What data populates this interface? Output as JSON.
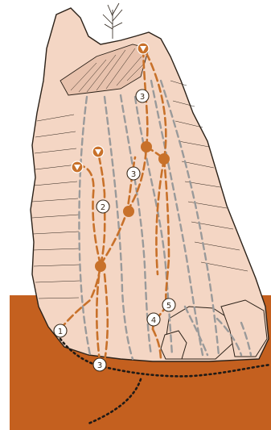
{
  "colors": {
    "background": "#ffffff",
    "ground": "#c4601f",
    "rock": "#f4d6c4",
    "rock_outline": "#2b2118",
    "route_primary": "#c8712a",
    "route_secondary": "#9a9a9a",
    "approach_path": "#1f1a16",
    "marker_fill": "#ffffff"
  },
  "markers": [
    {
      "id": "m1",
      "label": "1",
      "icon": "numbered-route-marker"
    },
    {
      "id": "m2",
      "label": "2",
      "icon": "numbered-route-marker"
    },
    {
      "id": "m3a",
      "label": "3",
      "icon": "numbered-route-marker"
    },
    {
      "id": "m3b",
      "label": "3",
      "icon": "numbered-route-marker"
    },
    {
      "id": "m3c",
      "label": "3",
      "icon": "numbered-route-marker"
    },
    {
      "id": "m4",
      "label": "4",
      "icon": "numbered-route-marker"
    },
    {
      "id": "m5",
      "label": "5",
      "icon": "numbered-route-marker"
    }
  ],
  "icons": {
    "belay": "belay-station-icon",
    "rappel": "rappel-anchor-icon",
    "tree": "tree-icon"
  }
}
